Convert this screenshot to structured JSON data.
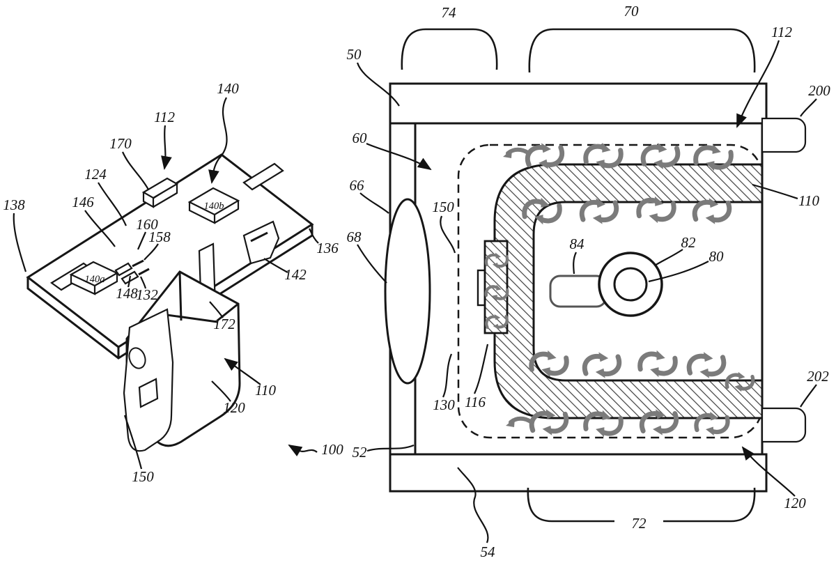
{
  "colors": {
    "line": "#111111",
    "flow_arrow": "#7b7b7b",
    "hatch": "#3f3f3f",
    "background": "#ffffff"
  },
  "fig1": {
    "labels": {
      "100": "100",
      "110": "110",
      "112": "112",
      "120": "120",
      "124": "124",
      "132": "132",
      "136": "136",
      "138": "138",
      "140": "140",
      "140a": "140a",
      "140b": "140b",
      "142": "142",
      "146": "146",
      "148": "148",
      "150": "150",
      "158": "158",
      "160": "160",
      "170": "170",
      "172": "172"
    }
  },
  "fig2": {
    "labels": {
      "50": "50",
      "52": "52",
      "54": "54",
      "60": "60",
      "66": "66",
      "68": "68",
      "70": "70",
      "72": "72",
      "74": "74",
      "80": "80",
      "82": "82",
      "84": "84",
      "110": "110",
      "112": "112",
      "116": "116",
      "120": "120",
      "130": "130",
      "150": "150",
      "200": "200",
      "202": "202"
    }
  }
}
